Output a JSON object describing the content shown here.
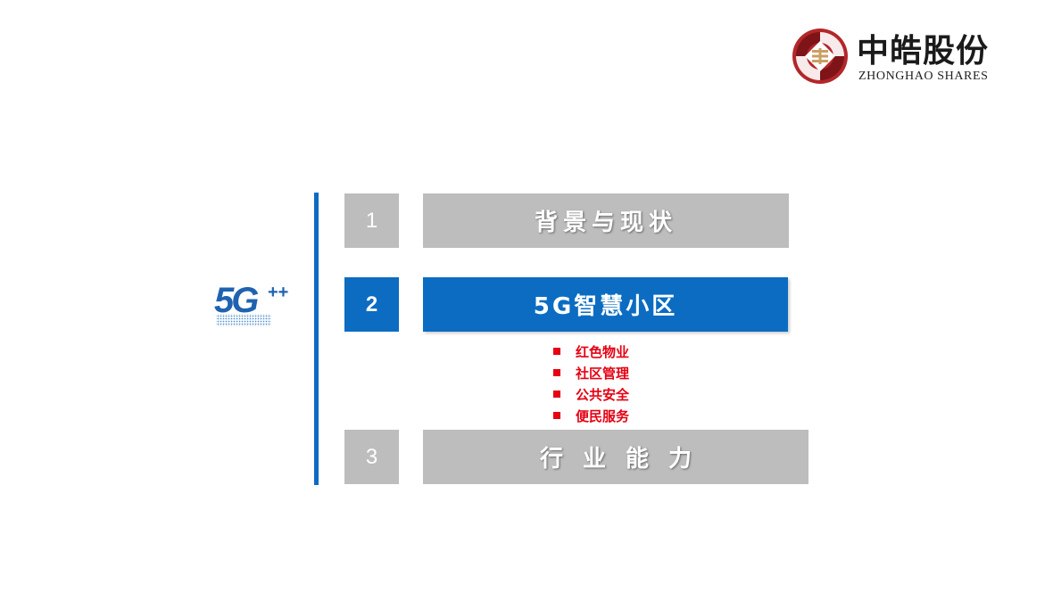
{
  "logo": {
    "cn": "中皓股份",
    "en": "ZHONGHAO SHARES"
  },
  "emblem": {
    "text": "5G",
    "plus": "++"
  },
  "sections": [
    {
      "number": "1",
      "title": "背景与现状",
      "active": false
    },
    {
      "number": "2",
      "title": "5G智慧小区",
      "active": true
    },
    {
      "number": "3",
      "title": "行业能力",
      "active": false
    }
  ],
  "subitems": [
    "红色物业",
    "社区管理",
    "公共安全",
    "便民服务"
  ],
  "colors": {
    "accent_blue": "#0b6cc2",
    "inactive_grey": "#bdbdbd",
    "highlight_red": "#e60012",
    "logo_red": "#b3262a",
    "logo_gold": "#c9a063"
  }
}
